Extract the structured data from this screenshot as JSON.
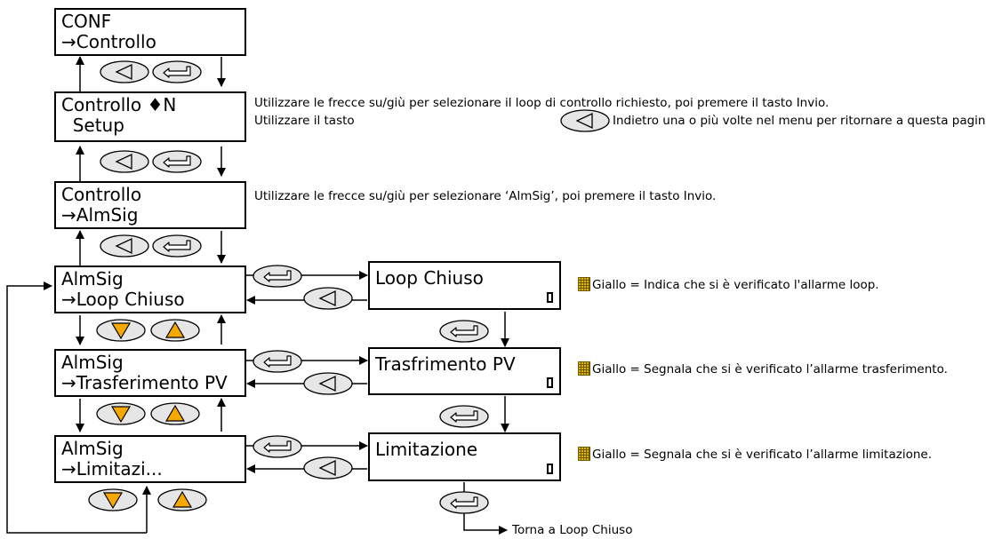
{
  "screens": {
    "conf": {
      "line1": "CONF",
      "line2": "→Controllo"
    },
    "controllo_n": {
      "line1": "Controllo ♦N",
      "line2": "  Setup"
    },
    "controllo_almsig": {
      "line1": "Controllo",
      "line2": "→AlmSig"
    },
    "almsig_loop": {
      "line1": "AlmSig",
      "line2": "→Loop Chiuso"
    },
    "almsig_pv": {
      "line1": "AlmSig",
      "line2": "→Trasferimento PV"
    },
    "almsig_lim": {
      "line1": "AlmSig",
      "line2": "→Limitazi..."
    },
    "loop_chiuso": {
      "line1": "Loop Chiuso"
    },
    "trasf_pv": {
      "line1": "Trasfrimento PV"
    },
    "limitazione": {
      "line1": "Limitazione"
    }
  },
  "notes": {
    "n1": "Utilizzare le frecce su/giù per selezionare il loop di controllo richiesto, poi premere il tasto Invio.",
    "n2a": "Utilizzare il tasto",
    "n2b": "Indietro una o più volte nel menu per ritornare a questa pagina.",
    "n3": "Utilizzare le frecce su/giù per selezionare ‘AlmSig’, poi premere il tasto Invio.",
    "g1": "Giallo = Indica che si è verificato l'allarme loop.",
    "g2": "Giallo = Segnala che si è verificato l’allarme trasferimento.",
    "g3": "Giallo = Segnala che si è verificato l’allarme limitazione."
  },
  "end_label": "Torna a Loop Chiuso",
  "icons": [
    "back-key-icon",
    "enter-key-icon",
    "down-key-icon",
    "up-key-icon",
    "yellow-indicator-icon"
  ],
  "colors": {
    "key_fill": "#e6e6e6",
    "arrow_key_fill": "#f5a800",
    "yellow_indicator": "#e0b400"
  }
}
